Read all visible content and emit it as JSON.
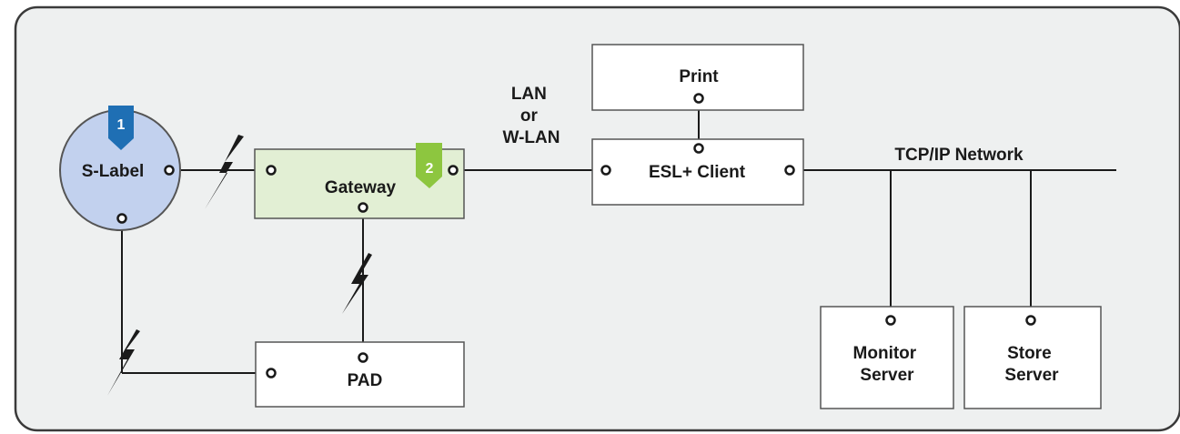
{
  "nodes": {
    "s_label": "S-Label",
    "gateway": "Gateway",
    "pad": "PAD",
    "print": "Print",
    "esl_client": "ESL+ Client",
    "monitor_server": [
      "Monitor",
      "Server"
    ],
    "store_server": [
      "Store",
      "Server"
    ]
  },
  "links": {
    "lan": [
      "LAN",
      "or",
      "W-LAN"
    ],
    "network": "TCP/IP Network"
  },
  "badges": {
    "one": "1",
    "two": "2"
  },
  "colors": {
    "frame_bg": "#eef0f0",
    "frame_border": "#3a3a3a",
    "s_label_fill": "#c2d1ee",
    "s_label_border": "#555555",
    "gateway_fill": "#e2efd4",
    "badge_one": "#1f6fb4",
    "badge_two": "#8dc63f",
    "line": "#1a1a1a"
  }
}
